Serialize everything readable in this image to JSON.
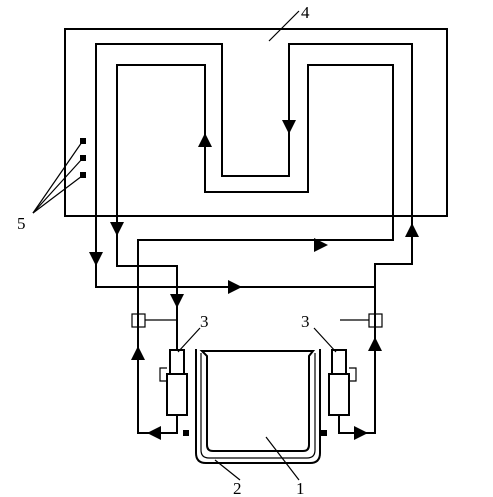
{
  "labels": {
    "part1": "1",
    "part2": "2",
    "part3_left": "3",
    "part3_right": "3",
    "part4": "4",
    "part5": "5"
  }
}
